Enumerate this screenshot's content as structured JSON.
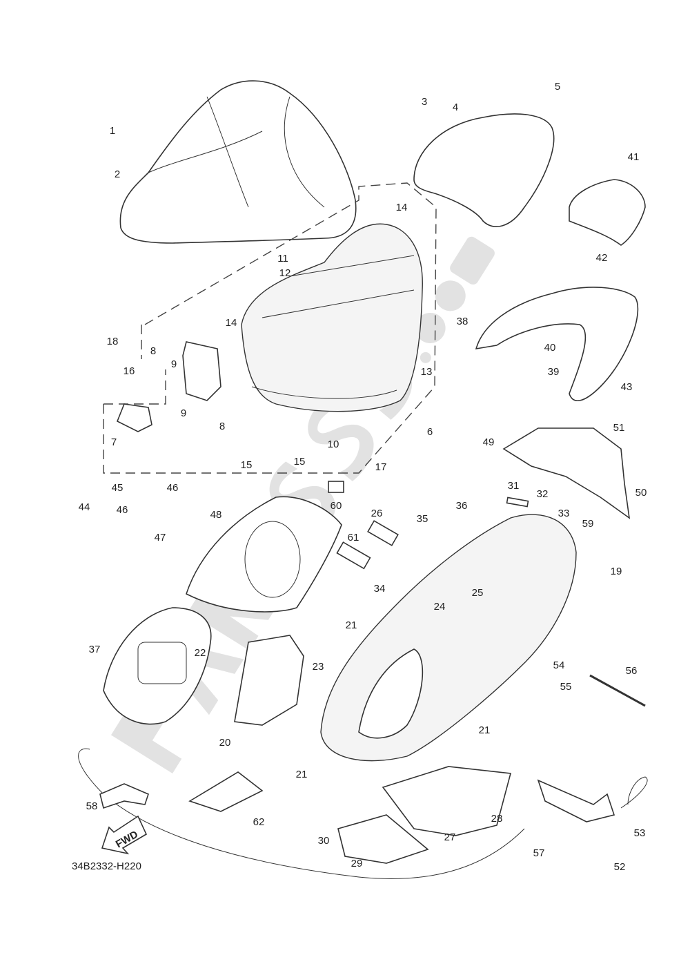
{
  "diagram": {
    "drawing_code": "34B2332-H220",
    "direction_marker": "FWD",
    "watermark": "PARTSSS.com",
    "callouts": [
      "1",
      "2",
      "3",
      "4",
      "5",
      "41",
      "14",
      "11",
      "12",
      "14",
      "42",
      "38",
      "40",
      "39",
      "43",
      "13",
      "18",
      "16",
      "8",
      "9",
      "9",
      "8",
      "7",
      "15",
      "15",
      "10",
      "17",
      "6",
      "51",
      "49",
      "50",
      "60",
      "45",
      "46",
      "46",
      "44",
      "48",
      "47",
      "31",
      "32",
      "33",
      "36",
      "35",
      "26",
      "61",
      "59",
      "34",
      "19",
      "25",
      "24",
      "21",
      "37",
      "22",
      "23",
      "54",
      "56",
      "55",
      "20",
      "21",
      "21",
      "58",
      "62",
      "28",
      "27",
      "30",
      "29",
      "57",
      "53",
      "52"
    ]
  }
}
